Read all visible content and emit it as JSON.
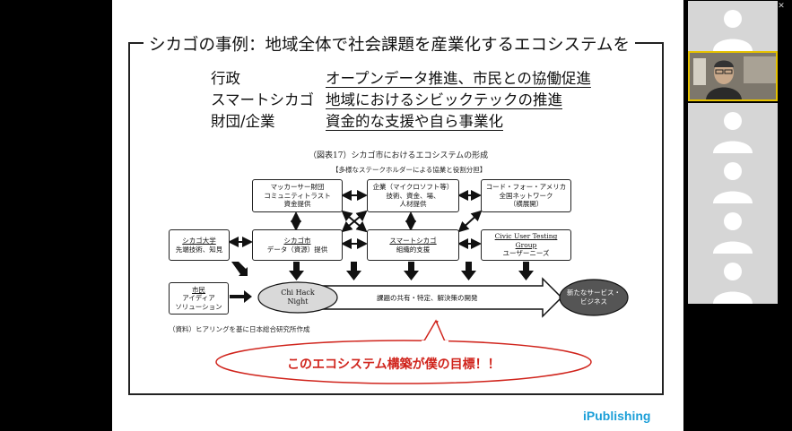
{
  "window": {
    "controls": [
      "–",
      "❐",
      "✕"
    ]
  },
  "slide": {
    "title": "シカゴの事例：地域全体で社会課題を産業化するエコシステムを",
    "rows": [
      {
        "key": "行政",
        "value": "オープンデータ推進、市民との協働促進"
      },
      {
        "key": "スマートシカゴ",
        "value": "地域におけるシビックテックの推進"
      },
      {
        "key": "財団/企業",
        "value": "資金的な支援や自ら事業化"
      }
    ],
    "figure": {
      "title": "（図表17）シカゴ市におけるエコシステムの形成",
      "subtitle": "【多様なステークホルダーによる協業と役割分担】",
      "boxes": [
        {
          "id": "macarthur",
          "lines": [
            "マッカーサー財団",
            "コミュニティトラスト",
            "資金提供"
          ]
        },
        {
          "id": "company",
          "lines": [
            "企業（マイクロソフト等）",
            "技術、資金、場、",
            "人材提供"
          ]
        },
        {
          "id": "codeforamerica",
          "lines": [
            "コード・フォー・アメリカ",
            "全国ネットワーク",
            "（横展開）"
          ]
        },
        {
          "id": "univ",
          "lines": [
            "シカゴ大学",
            "先端技術、知見"
          ]
        },
        {
          "id": "city",
          "lines": [
            "シカゴ市",
            "データ（資源）提供"
          ]
        },
        {
          "id": "smartchicago",
          "lines": [
            "スマートシカゴ",
            "組織的支援"
          ]
        },
        {
          "id": "cutgroup",
          "lines": [
            "Civic User Testing",
            "Group",
            "ユーザーニーズ"
          ]
        },
        {
          "id": "citizens",
          "lines": [
            "市民",
            "アイディア",
            "ソリューション"
          ]
        }
      ],
      "ellipse_left": [
        "Chi Hack",
        "Night"
      ],
      "ellipse_right": [
        "新たなサービス・",
        "ビジネス"
      ],
      "arrow_text": "課題の共有・特定、解決策の開発",
      "source": "（資料）ヒアリングを基に日本総合研究所作成"
    },
    "callout": "このエコシステム構築が僕の目標！！",
    "logo": "iPublishing"
  },
  "participants": [
    {
      "type": "avatar"
    },
    {
      "type": "video"
    },
    {
      "type": "avatar"
    },
    {
      "type": "avatar"
    },
    {
      "type": "avatar"
    },
    {
      "type": "avatar"
    }
  ]
}
